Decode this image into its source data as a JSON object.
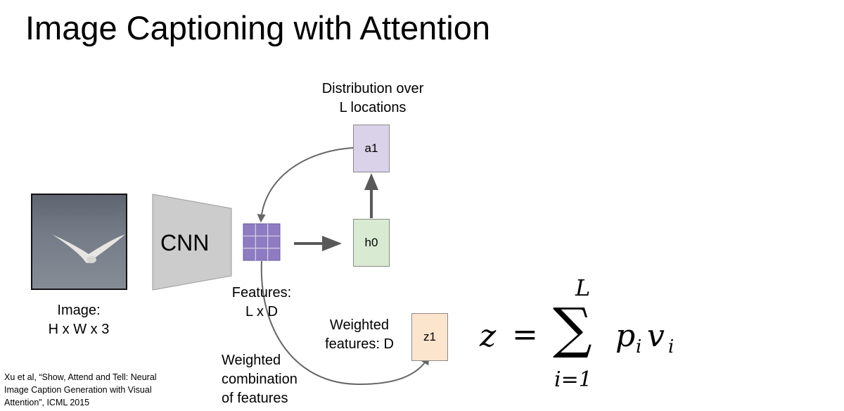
{
  "title": "Image Captioning with Attention",
  "image_label": [
    "Image:",
    "H x W x 3"
  ],
  "cnn_label": "CNN",
  "features_label": [
    "Features:",
    "L x D"
  ],
  "distribution_label": [
    "Distribution over",
    "L locations"
  ],
  "a1_label": "a1",
  "h0_label": "h0",
  "z1_label": "z1",
  "weighted_features_label": [
    "Weighted",
    "features: D"
  ],
  "weighted_combination_label": [
    "Weighted",
    "combination",
    "of features"
  ],
  "formula": {
    "lhs": "z",
    "equals": "=",
    "sum": "∑",
    "upper": "L",
    "lower": "i=1",
    "term_p": "p",
    "sub_i": "i",
    "term_v": "v",
    "sub_i2": "i"
  },
  "citation": [
    "Xu et al, “Show, Attend and Tell: Neural",
    "Image Caption Generation with Visual",
    "Attention”, ICML 2015"
  ],
  "colors": {
    "a1_fill": "#d9d2e9",
    "h0_fill": "#d9ead3",
    "z1_fill": "#fce5cd",
    "grid_fill": "#8e7cc3",
    "cnn_fill": "#cccccc",
    "arrow": "#666666"
  }
}
